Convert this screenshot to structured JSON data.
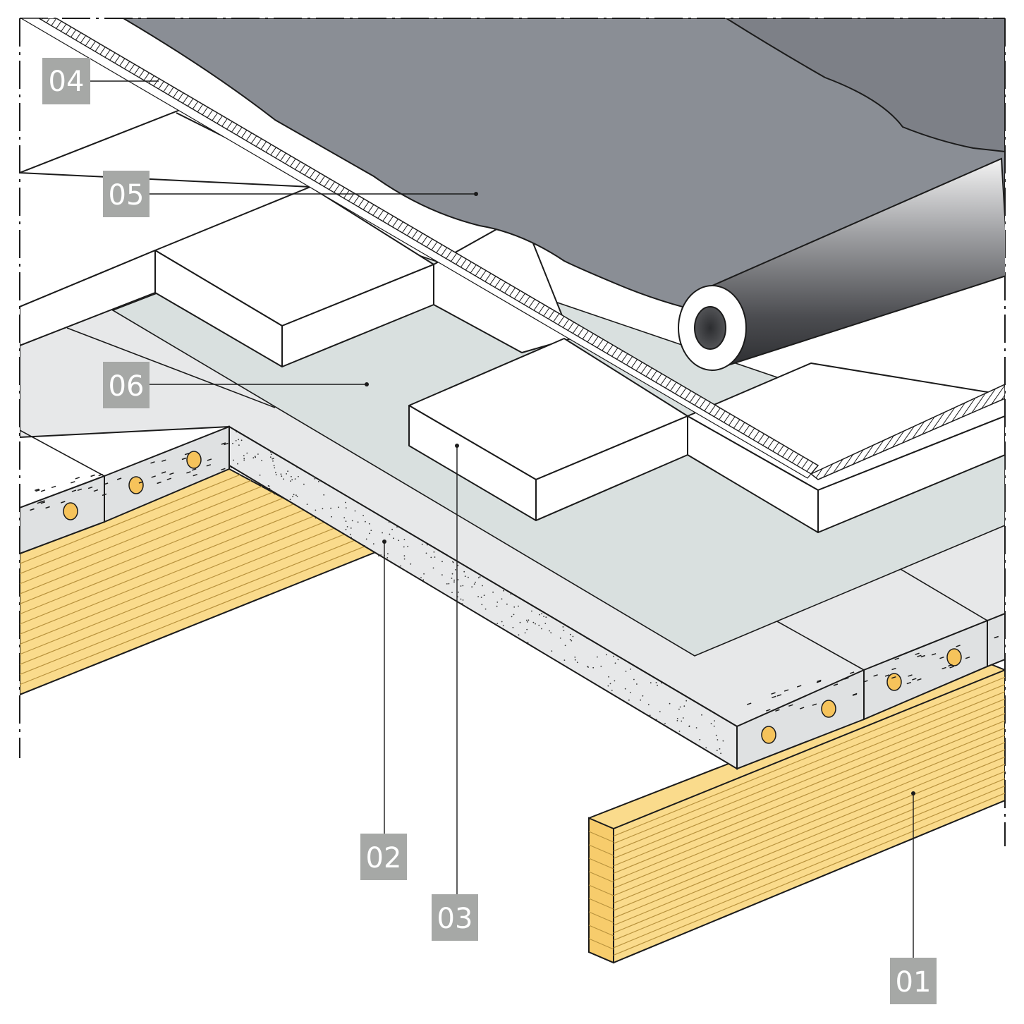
{
  "callouts": [
    {
      "id": "01",
      "label": "01"
    },
    {
      "id": "02",
      "label": "02"
    },
    {
      "id": "03",
      "label": "03"
    },
    {
      "id": "04",
      "label": "04"
    },
    {
      "id": "05",
      "label": "05"
    },
    {
      "id": "06",
      "label": "06"
    }
  ],
  "colors": {
    "tag_fill": "#a6a8a6",
    "timber": "#fadb8c",
    "concrete": "#e7e8e9",
    "primer": "#d9e0df",
    "membrane": "#8a8e95",
    "membrane_dark": "#7d8087",
    "outline": "#1b1b1b"
  }
}
